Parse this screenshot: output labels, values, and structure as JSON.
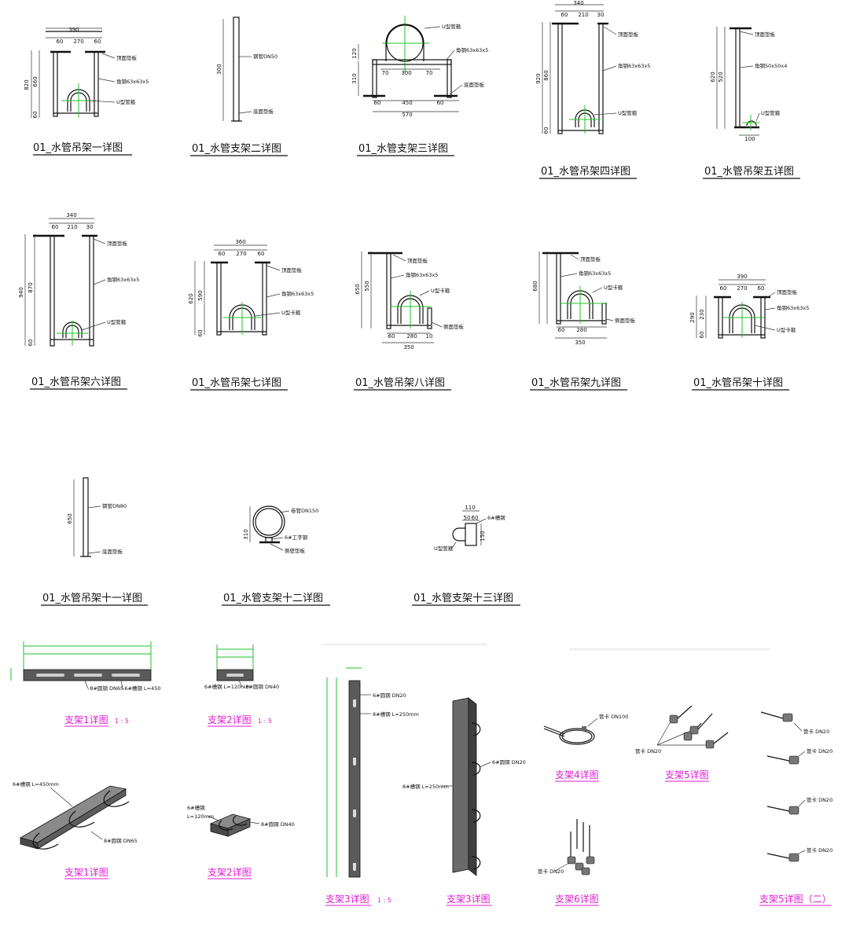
{
  "colors": {
    "line": "#111111",
    "accent_green": "#22c22a",
    "title_magenta": "#e01bd0",
    "steel_fill": "#5a5a5a"
  },
  "details": [
    {
      "id": "d1",
      "title": "01_水管吊架一详图",
      "dims": [
        "390",
        "60",
        "270",
        "60",
        "820",
        "660",
        "60"
      ],
      "notes": [
        "顶面垫板",
        "角钢63x63x5",
        "U型管箍"
      ]
    },
    {
      "id": "d2",
      "title": "01_水管支架二详图",
      "dims": [
        "300"
      ],
      "notes": [
        "钢管DN50",
        "底面垫板"
      ]
    },
    {
      "id": "d3",
      "title": "01_水管支架三详图",
      "dims": [
        "120",
        "310",
        "70",
        "300",
        "70",
        "60",
        "450",
        "60",
        "570"
      ],
      "notes": [
        "U型管箍",
        "角钢63x63x5",
        "底面垫板"
      ]
    },
    {
      "id": "d4",
      "title": "01_水管吊架四详图",
      "dims": [
        "340",
        "60",
        "210",
        "30",
        "920",
        "860",
        "60"
      ],
      "notes": [
        "顶面垫板",
        "角钢63x63x5",
        "U型管箍"
      ]
    },
    {
      "id": "d5",
      "title": "01_水管吊架五详图",
      "dims": [
        "620",
        "520",
        "100"
      ],
      "notes": [
        "顶面垫板",
        "角钢50x50x4",
        "U型管箍"
      ]
    },
    {
      "id": "d6",
      "title": "01_水管吊架六详图",
      "dims": [
        "340",
        "60",
        "210",
        "30",
        "940",
        "870",
        "60"
      ],
      "notes": [
        "顶面垫板",
        "角钢63x63x5",
        "U型管箍"
      ]
    },
    {
      "id": "d7",
      "title": "01_水管吊架七详图",
      "dims": [
        "360",
        "60",
        "270",
        "60",
        "620",
        "590",
        "60"
      ],
      "notes": [
        "顶面垫板",
        "角钢63x63x5",
        "U型卡箍"
      ]
    },
    {
      "id": "d8",
      "title": "01_水管吊架八详图",
      "dims": [
        "650",
        "550",
        "60",
        "280",
        "10",
        "350"
      ],
      "notes": [
        "顶面垫板",
        "角钢63x63x5",
        "U型卡箍",
        "侧面垫板"
      ]
    },
    {
      "id": "d9",
      "title": "01_水管吊架九详图",
      "dims": [
        "680",
        "60",
        "280",
        "350"
      ],
      "notes": [
        "顶面垫板",
        "角钢63x63x5",
        "U型卡箍",
        "侧面垫板"
      ]
    },
    {
      "id": "d10",
      "title": "01_水管吊架十详图",
      "dims": [
        "390",
        "60",
        "270",
        "60",
        "290",
        "230",
        "60"
      ],
      "notes": [
        "顶面垫板",
        "角钢63x63x5",
        "U型卡箍"
      ]
    },
    {
      "id": "d11",
      "title": "01_水管吊架十一详图",
      "dims": [
        "650"
      ],
      "notes": [
        "钢管DN80",
        "底面垫板"
      ]
    },
    {
      "id": "d12",
      "title": "01_水管支架十二详图",
      "dims": [
        "310"
      ],
      "notes": [
        "卷管DN150",
        "6#工字钢",
        "侧壁垫板"
      ]
    },
    {
      "id": "d13",
      "title": "01_水管支架十三详图",
      "dims": [
        "110",
        "50",
        "60",
        "150"
      ],
      "notes": [
        "6#槽钢",
        "U型管箍"
      ]
    }
  ],
  "supports": [
    {
      "id": "s1",
      "title": "支架1详图",
      "scale": "1 : 5",
      "notes": [
        "-8#圆钢 DN65",
        "-6#槽钢 L=450"
      ]
    },
    {
      "id": "s2",
      "title": "支架2详图",
      "scale": "1 : 5",
      "notes": [
        "6#槽钢 L=120mm",
        "-8#圆钢 DN40"
      ]
    },
    {
      "id": "s1b",
      "title": "支架1详图",
      "notes": [
        "6#槽钢 L=450mm",
        "8#圆钢 DN65"
      ]
    },
    {
      "id": "s2b",
      "title": "支架2详图",
      "notes": [
        "6#槽钢",
        "L=120mm",
        "8#圆钢 DN40"
      ]
    },
    {
      "id": "s3",
      "title": "支架3详图",
      "scale": "1 : 5",
      "notes": [
        "6#圆钢 DN20",
        "8#槽钢 L=250mm"
      ]
    },
    {
      "id": "s3b",
      "title": "支架3详图",
      "notes": [
        "6#圆钢 DN20",
        "8#槽钢 L=250mm"
      ]
    },
    {
      "id": "s4",
      "title": "支架4详图",
      "notes": [
        "管卡 DN100"
      ]
    },
    {
      "id": "s5",
      "title": "支架5详图",
      "notes": [
        "管卡 DN20"
      ]
    },
    {
      "id": "s6",
      "title": "支架6详图",
      "notes": [
        "管卡 DN20"
      ]
    },
    {
      "id": "s5b",
      "title": "支架5详图（二）",
      "notes": [
        "管卡 DN20",
        "管卡 DN20",
        "管卡 DN20",
        "管卡 DN20"
      ]
    }
  ]
}
